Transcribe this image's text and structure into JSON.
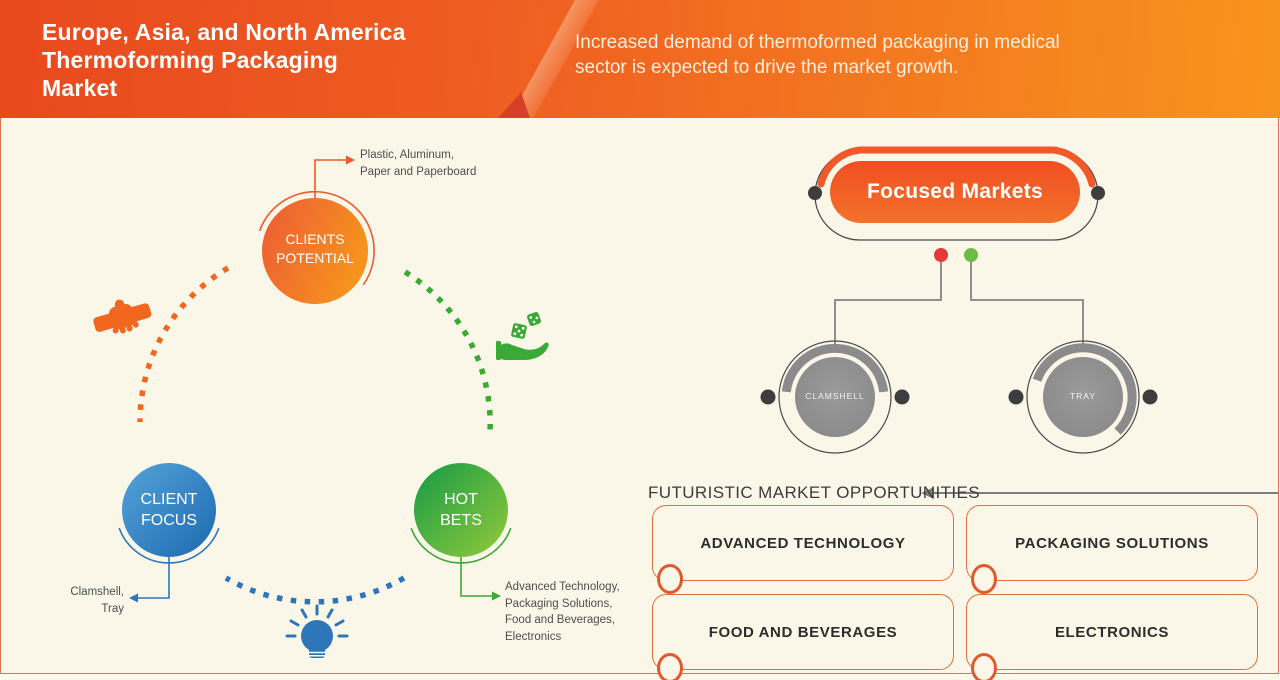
{
  "header": {
    "title_lines": [
      "Europe, Asia, and North America",
      "Thermoforming Packaging",
      "Market"
    ],
    "subtitle_lines": [
      "Increased demand of thermoformed packaging in medical",
      "sector is expected to drive the market growth."
    ]
  },
  "diagram": {
    "nodes": [
      {
        "id": "clients-potential",
        "label_lines": [
          "CLIENTS",
          "POTENTIAL"
        ],
        "color": "#f1582a",
        "annotation_lines": [
          "Plastic, Aluminum,",
          "Paper and Paperboard"
        ]
      },
      {
        "id": "client-focus",
        "label_lines": [
          "CLIENT",
          "FOCUS"
        ],
        "color": "#2d76ba",
        "annotation_lines": [
          "Clamshell,",
          "Tray"
        ]
      },
      {
        "id": "hot-bets",
        "label_lines": [
          "HOT",
          "BETS"
        ],
        "color": "#3aa935",
        "annotation_lines": [
          "Advanced Technology,",
          "Packaging Solutions,",
          "Food and Beverages,",
          "Electronics"
        ]
      }
    ],
    "icons": {
      "left": "handshake-icon",
      "right": "dice-in-hand-icon",
      "bottom": "lightbulb-icon"
    }
  },
  "focused": {
    "title": "Focused Markets",
    "branches": [
      {
        "label": "CLAMSHELL"
      },
      {
        "label": "TRAY"
      }
    ],
    "legend_dot_colors": [
      "#e23b37",
      "#6cbc45"
    ]
  },
  "opportunities": {
    "heading": "FUTURISTIC MARKET OPPORTUNITIES",
    "items": [
      {
        "label": "ADVANCED TECHNOLOGY"
      },
      {
        "label": "PACKAGING SOLUTIONS"
      },
      {
        "label": "FOOD AND BEVERAGES"
      },
      {
        "label": "ELECTRONICS"
      }
    ]
  },
  "palette": {
    "header_gradient_left": "#e8491d",
    "header_gradient_right": "#f8941d",
    "background": "#faf6e8",
    "frame": "#dd7450",
    "orange": "#f1582a",
    "blue": "#2d76ba",
    "green": "#3aa935",
    "gray": "#8c8c8c",
    "red_dot": "#e23b37",
    "green_dot": "#6cbc45"
  }
}
